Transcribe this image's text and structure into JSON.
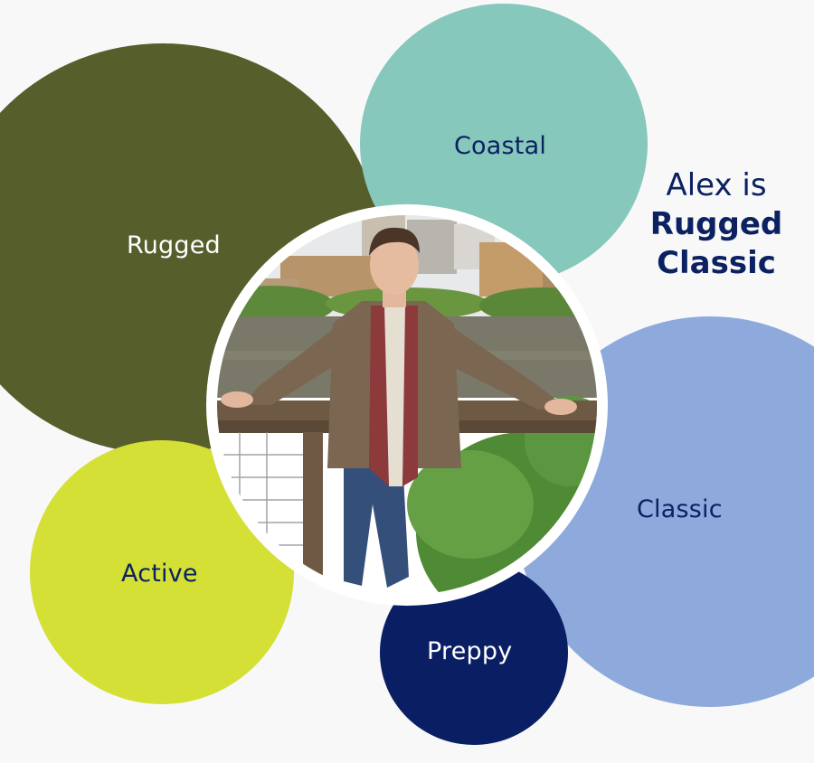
{
  "headline": {
    "line1": "Alex is",
    "line2": "Rugged",
    "line3": "Classic"
  },
  "styles": [
    {
      "label": "Rugged",
      "color": "#565e2b"
    },
    {
      "label": "Coastal",
      "color": "#86c8bc"
    },
    {
      "label": "Classic",
      "color": "#8eaadc"
    },
    {
      "label": "Active",
      "color": "#d4e036"
    },
    {
      "label": "Preppy",
      "color": "#0a1f63"
    }
  ],
  "colors": {
    "text_dark": "#0b2161",
    "background": "#f8f8f8"
  }
}
